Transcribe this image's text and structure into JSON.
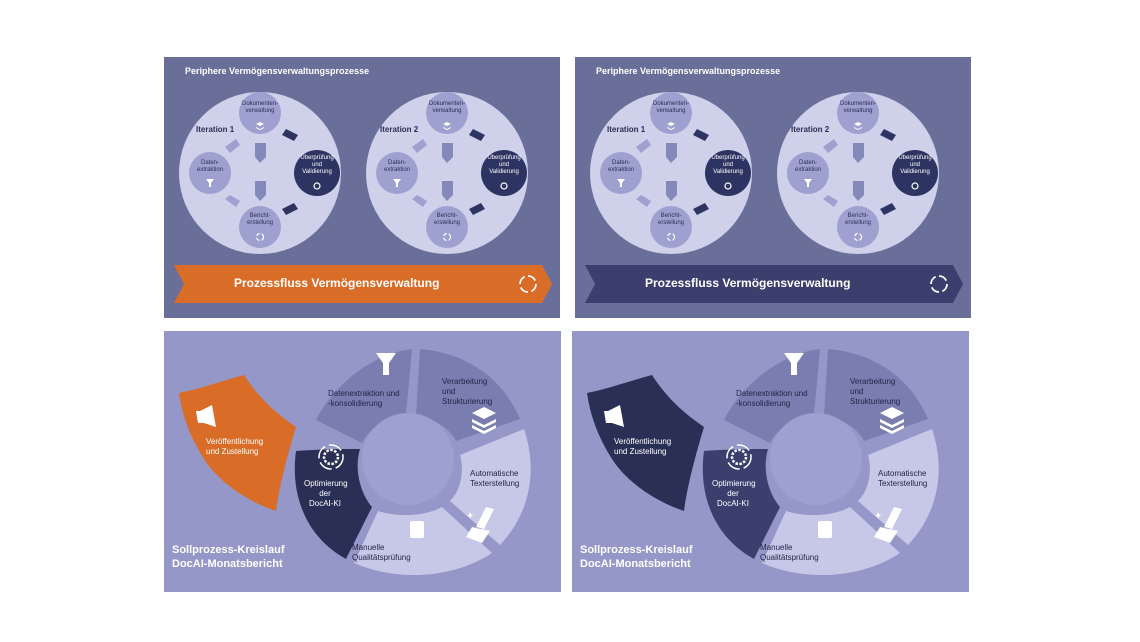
{
  "colors": {
    "top_panel_bg": "#6a6f9a",
    "bottom_panel_bg": "#9497c8",
    "circle_bg": "#cfd0ea",
    "node_light": "#9ea1cf",
    "node_dark": "#2e3462",
    "accent_orange": "#d96d28",
    "accent_navy": "#3b3f6e"
  },
  "top_panels": [
    {
      "title": "Periphere Vermögensverwaltungsprozesse",
      "banner_label": "Prozessfluss Vermögensverwaltung",
      "banner_color": "#d96d28",
      "banner_icon": "cycle-icon",
      "iterations": [
        {
          "label": "Iteration 1",
          "nodes": {
            "top": "Dokumenten-\nverwaltung",
            "left": "Daten-\nextraktion",
            "right": "Überprüfung\nund\nValidierung",
            "bottom": "Bericht-\nerstellung"
          }
        },
        {
          "label": "Iteration 2",
          "nodes": {
            "top": "Dokumenten-\nverwaltung",
            "left": "Daten-\nextraktion",
            "right": "Überprüfung\nund\nValidierung",
            "bottom": "Bericht-\nerstellung"
          }
        }
      ]
    },
    {
      "title": "Periphere Vermögensverwaltungsprozesse",
      "banner_label": "Prozessfluss Vermögensverwaltung",
      "banner_color": "#3b3f6e",
      "banner_icon": "cycle-icon",
      "iterations": [
        {
          "label": "Iteration 1",
          "nodes": {
            "top": "Dokumenten-\nverwaltung",
            "left": "Daten-\nextraktion",
            "right": "Überprüfung\nund\nValidierung",
            "bottom": "Bericht-\nerstellung"
          }
        },
        {
          "label": "Iteration 2",
          "nodes": {
            "top": "Dokumenten-\nverwaltung",
            "left": "Daten-\nextraktion",
            "right": "Überprüfung\nund\nValidierung",
            "bottom": "Bericht-\nerstellung"
          }
        }
      ]
    }
  ],
  "bottom_panels": [
    {
      "title": "Sollprozess-Kreislauf\nDocAI-Monatsbericht",
      "highlight_color": "#d96d28",
      "segments": {
        "extraction": "Datenextraktion und\n-konsolidierung",
        "processing": "Verarbeitung\nund\nStrukturierung",
        "text": "Automatische\nTexterstellung",
        "quality": "Manuelle\nQualitätsprüfung",
        "optimization": "Optimierung\nder\nDocAI-KI",
        "publish": "Veröffentlichung\nund Zustellung"
      }
    },
    {
      "title": "Sollprozess-Kreislauf\nDocAI-Monatsbericht",
      "highlight_color": "#2a2f55",
      "segments": {
        "extraction": "Datenextraktion und\n-konsolidierung",
        "processing": "Verarbeitung\nund\nStrukturierung",
        "text": "Automatische\nTexterstellung",
        "quality": "Manuelle\nQualitätsprüfung",
        "optimization": "Optimierung\nder\nDocAI-KI",
        "publish": "Veröffentlichung\nund Zustellung"
      }
    }
  ]
}
